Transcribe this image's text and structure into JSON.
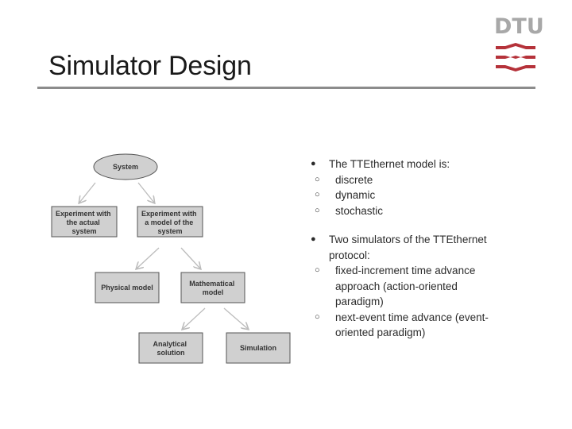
{
  "slide": {
    "title": "Simulator Design",
    "logo_text": "DTU",
    "brand_color": "#b5323a"
  },
  "diagram": {
    "nodes": {
      "system": "System",
      "actual": [
        "Experiment with",
        "the actual",
        "system"
      ],
      "model": [
        "Experiment with",
        "a model of the",
        "system"
      ],
      "physical": "Physical model",
      "mathematical": [
        "Mathematical",
        "model"
      ],
      "analytical": [
        "Analytical",
        "solution"
      ],
      "simulation": "Simulation"
    }
  },
  "bullets": {
    "item1": {
      "text": "The TTEthernet model is:",
      "subs": [
        "discrete",
        "dynamic",
        "stochastic"
      ]
    },
    "item2": {
      "text_lines": [
        "Two simulators of the TTEthernet",
        "protocol:"
      ],
      "sub1_lines": [
        "fixed-increment time advance",
        "approach (action-oriented",
        "paradigm)"
      ],
      "sub2_lines": [
        "next-event time advance (event-",
        "oriented paradigm)"
      ]
    },
    "bullet_glyph": "●",
    "sub_glyph": "○"
  }
}
